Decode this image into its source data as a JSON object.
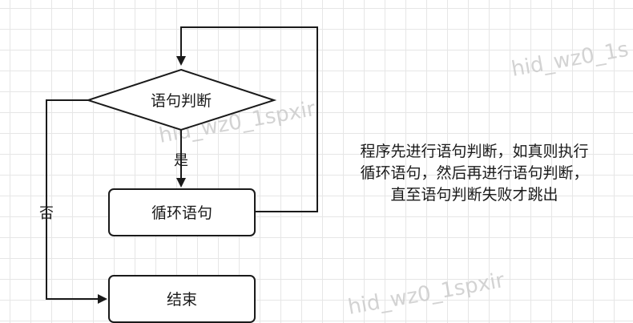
{
  "nodes": {
    "decision": "语句判断",
    "loop_body": "循环语句",
    "end": "结束"
  },
  "edges": {
    "yes": "是",
    "no": "否"
  },
  "note": {
    "lines": [
      "程序先进行语句判断，如真则执行",
      "循环语句，然后再进行语句判断，",
      "直至语句判断失败才跳出"
    ]
  },
  "watermarks": [
    "hid_wz0_1spxir",
    "hid_wz0_1s",
    "hid_wz0_1spxir"
  ],
  "colors": {
    "stroke": "#1a1a1a",
    "grid": "#e6e6e6",
    "watermark": "#c9c9c9"
  }
}
